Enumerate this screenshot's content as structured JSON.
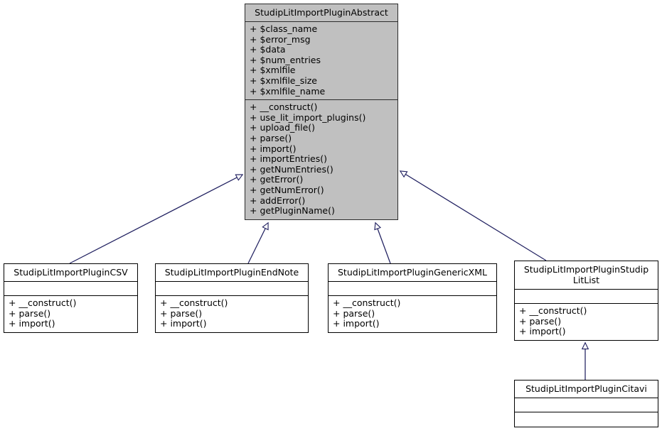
{
  "diagram": {
    "type": "uml-class-inheritance-diagram",
    "background_color": "#ffffff",
    "edge_color": "#202060",
    "abstract_fill": "#c0c0c0",
    "node_fill": "#ffffff",
    "border_color": "#000000"
  },
  "classes": {
    "abstract": {
      "name": "StudipLitImportPluginAbstract",
      "attributes": [
        "+ $class_name",
        "+ $error_msg",
        "+ $data",
        "+ $num_entries",
        "+ $xmlfile",
        "+ $xmlfile_size",
        "+ $xmlfile_name"
      ],
      "methods": [
        "+ __construct()",
        "+ use_lit_import_plugins()",
        "+ upload_file()",
        "+ parse()",
        "+ import()",
        "+ importEntries()",
        "+ getNumEntries()",
        "+ getError()",
        "+ getNumError()",
        "+ addError()",
        "+ getPluginName()"
      ]
    },
    "csv": {
      "name": "StudipLitImportPluginCSV",
      "attributes": [],
      "methods": [
        "+ __construct()",
        "+ parse()",
        "+ import()"
      ]
    },
    "endnote": {
      "name": "StudipLitImportPluginEndNote",
      "attributes": [],
      "methods": [
        "+ __construct()",
        "+ parse()",
        "+ import()"
      ]
    },
    "genericxml": {
      "name": "StudipLitImportPluginGenericXML",
      "attributes": [],
      "methods": [
        "+ __construct()",
        "+ parse()",
        "+ import()"
      ]
    },
    "studiplitlist": {
      "name": "StudipLitImportPluginStudip\nLitList",
      "attributes": [],
      "methods": [
        "+ __construct()",
        "+ parse()",
        "+ import()"
      ]
    },
    "citavi": {
      "name": "StudipLitImportPluginCitavi",
      "attributes": [],
      "methods": []
    }
  },
  "relationships": [
    {
      "from": "StudipLitImportPluginCSV",
      "to": "StudipLitImportPluginAbstract",
      "kind": "generalization"
    },
    {
      "from": "StudipLitImportPluginEndNote",
      "to": "StudipLitImportPluginAbstract",
      "kind": "generalization"
    },
    {
      "from": "StudipLitImportPluginGenericXML",
      "to": "StudipLitImportPluginAbstract",
      "kind": "generalization"
    },
    {
      "from": "StudipLitImportPluginStudipLitList",
      "to": "StudipLitImportPluginAbstract",
      "kind": "generalization"
    },
    {
      "from": "StudipLitImportPluginCitavi",
      "to": "StudipLitImportPluginStudipLitList",
      "kind": "generalization"
    }
  ]
}
